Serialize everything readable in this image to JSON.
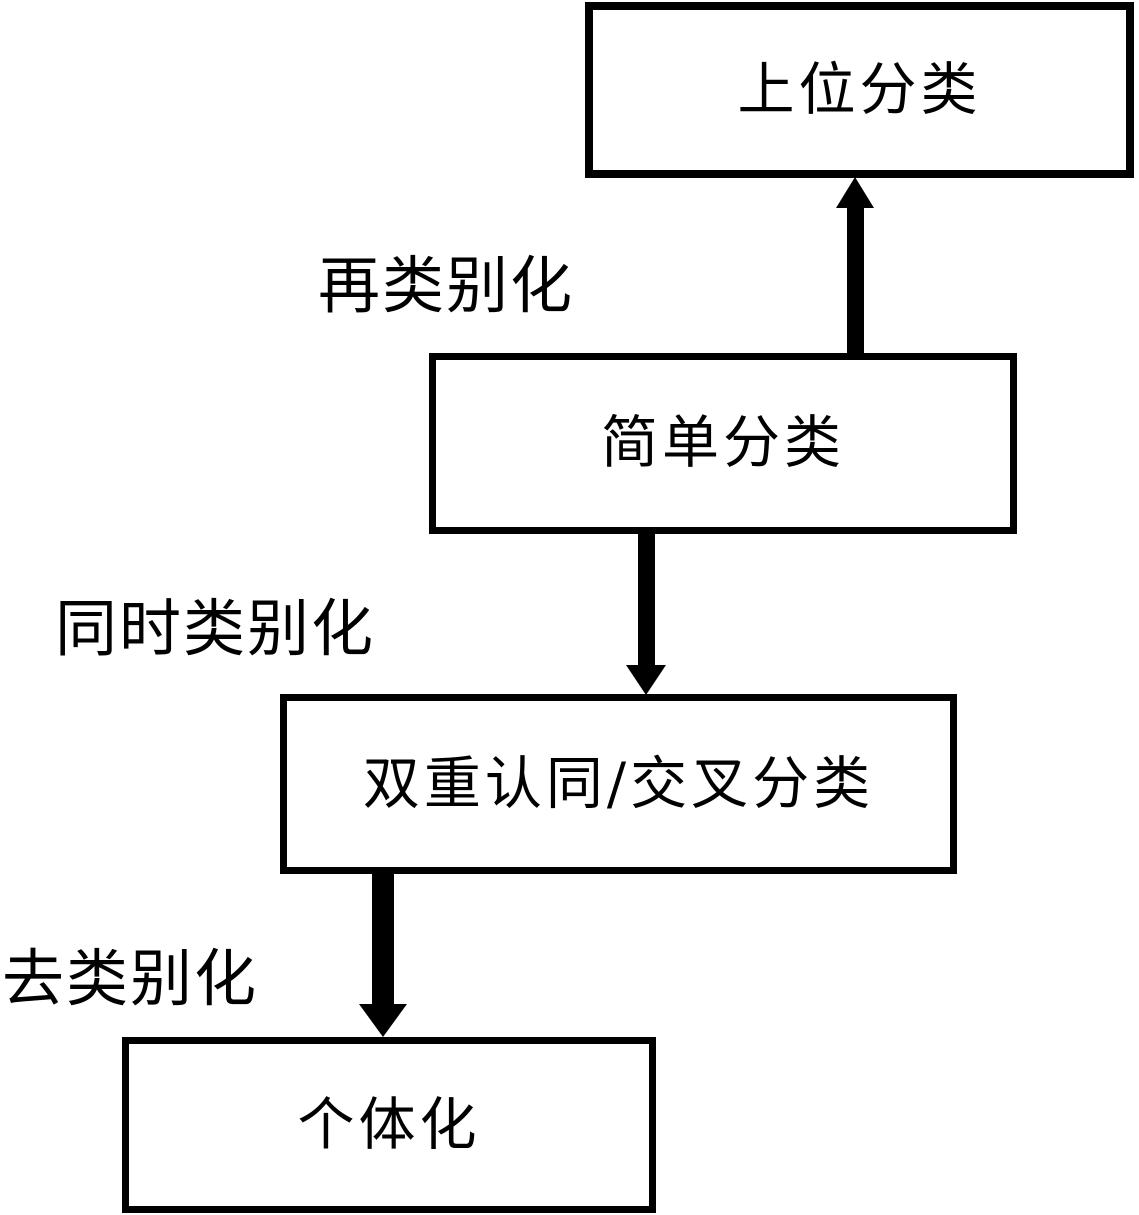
{
  "diagram": {
    "title": "categorization-strategies-flowchart",
    "colors": {
      "ink": "#000000",
      "background": "#ffffff"
    },
    "nodes": [
      {
        "id": "superordinate-classification",
        "label": "上位分类"
      },
      {
        "id": "simple-classification",
        "label": "简单分类"
      },
      {
        "id": "dual-identity-cross-classification",
        "label": "双重认同/交叉分类"
      },
      {
        "id": "individuation",
        "label": "个体化"
      }
    ],
    "edges": [
      {
        "from": "simple-classification",
        "to": "superordinate-classification",
        "direction": "up",
        "label": "再类别化"
      },
      {
        "from": "simple-classification",
        "to": "dual-identity-cross-classification",
        "direction": "down",
        "label": "同时类别化"
      },
      {
        "from": "dual-identity-cross-classification",
        "to": "individuation",
        "direction": "down",
        "label": "去类别化"
      }
    ]
  }
}
